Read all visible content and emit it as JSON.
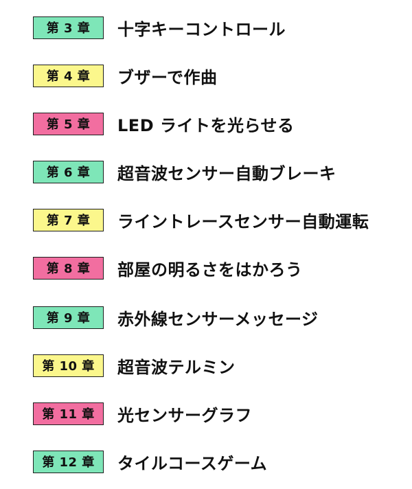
{
  "chapters": [
    {
      "badge": "第 3 章",
      "title": "十字キーコントロール",
      "color": "green"
    },
    {
      "badge": "第 4 章",
      "title": "ブザーで作曲",
      "color": "yellow"
    },
    {
      "badge": "第 5 章",
      "title": "LED ライトを光らせる",
      "color": "pink"
    },
    {
      "badge": "第 6 章",
      "title": "超音波センサー自動ブレーキ",
      "color": "green"
    },
    {
      "badge": "第 7 章",
      "title": "ライントレースセンサー自動運転",
      "color": "yellow"
    },
    {
      "badge": "第 8 章",
      "title": "部屋の明るさをはかろう",
      "color": "pink"
    },
    {
      "badge": "第 9 章",
      "title": "赤外線センサーメッセージ",
      "color": "green"
    },
    {
      "badge": "第 10 章",
      "title": "超音波テルミン",
      "color": "yellow"
    },
    {
      "badge": "第 11 章",
      "title": "光センサーグラフ",
      "color": "pink"
    },
    {
      "badge": "第 12 章",
      "title": "タイルコースゲーム",
      "color": "green"
    }
  ],
  "colors": {
    "green": "#7ee6b8",
    "yellow": "#fbf78c",
    "pink": "#f26ea0",
    "border": "#1c1c1c",
    "text": "#111111"
  }
}
